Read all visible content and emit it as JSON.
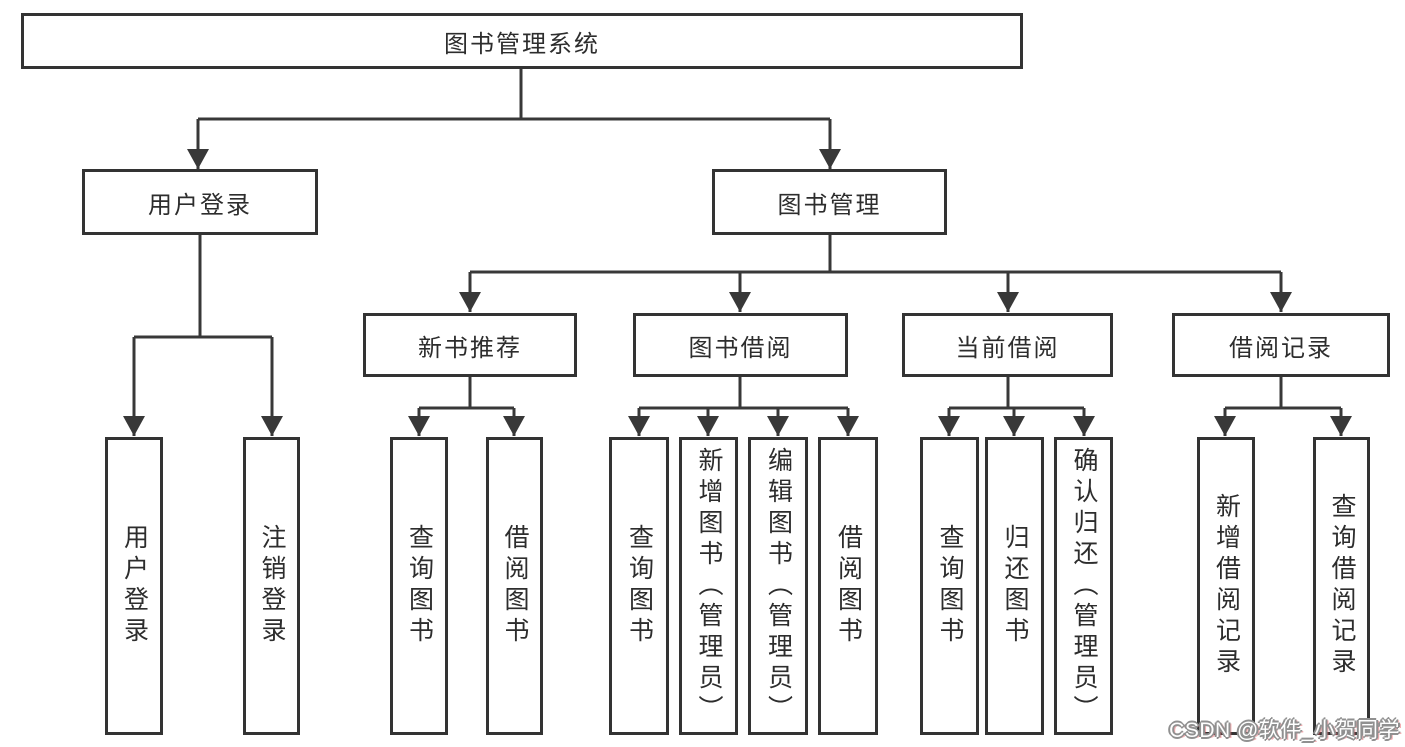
{
  "diagram": {
    "tree": {
      "label": "图书管理系统",
      "children": [
        {
          "label": "用户登录",
          "children": [
            {
              "label": "用户登录"
            },
            {
              "label": "注销登录"
            }
          ]
        },
        {
          "label": "图书管理",
          "children": [
            {
              "label": "新书推荐",
              "children": [
                {
                  "label": "查询图书"
                },
                {
                  "label": "借阅图书"
                }
              ]
            },
            {
              "label": "图书借阅",
              "children": [
                {
                  "label": "查询图书"
                },
                {
                  "label": "新增图书（管理员）"
                },
                {
                  "label": "编辑图书（管理员）"
                },
                {
                  "label": "借阅图书"
                }
              ]
            },
            {
              "label": "当前借阅",
              "children": [
                {
                  "label": "查询图书"
                },
                {
                  "label": "归还图书"
                },
                {
                  "label": "确认归还（管理员）"
                }
              ]
            },
            {
              "label": "借阅记录",
              "children": [
                {
                  "label": "新增借阅记录"
                },
                {
                  "label": "查询借阅记录"
                }
              ]
            }
          ]
        }
      ]
    },
    "colors": {
      "line": "#383838",
      "box_border": "#333333",
      "text": "#2d2d2d",
      "background": "#ffffff",
      "watermark_fill": "#ffffff",
      "watermark_outline": "#909090"
    }
  },
  "watermark": {
    "text": "CSDN @软件_小贺同学"
  }
}
